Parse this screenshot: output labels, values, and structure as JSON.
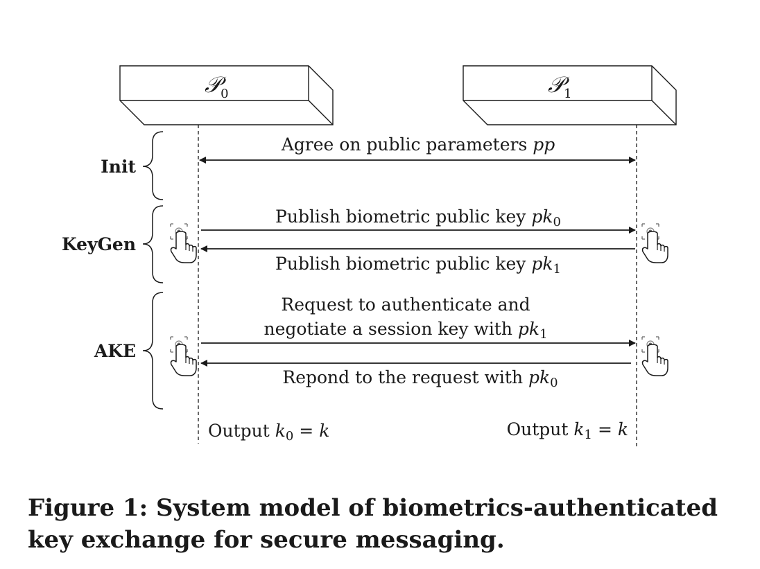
{
  "parties": {
    "p0": {
      "base": "𝒫",
      "sub": "0"
    },
    "p1": {
      "base": "𝒫",
      "sub": "1"
    }
  },
  "phases": {
    "init": "Init",
    "keygen": "KeyGen",
    "ake": "AKE"
  },
  "messages": {
    "agree": {
      "text": "Agree on public parameters ",
      "var": "pp"
    },
    "publish0": {
      "text": "Publish biometric public key ",
      "var": "pk",
      "sub": "0"
    },
    "publish1": {
      "text": "Publish biometric public key ",
      "var": "pk",
      "sub": "1"
    },
    "request_line1": "Request to authenticate and",
    "request_line2": {
      "text": "negotiate a session key with ",
      "var": "pk",
      "sub": "1"
    },
    "respond": {
      "text": "Repond to the request with ",
      "var": "pk",
      "sub": "0"
    }
  },
  "outputs": {
    "p0": {
      "text": "Output ",
      "var": "k",
      "sub": "0",
      "eq": " = ",
      "rhs": "k"
    },
    "p1": {
      "text": "Output ",
      "var": "k",
      "sub": "1",
      "eq": " = ",
      "rhs": "k"
    }
  },
  "icons": {
    "fingerprint": "fingerprint-touch-icon"
  },
  "caption": "Figure 1: System model of biometrics-authenticated key exchange for secure messaging."
}
